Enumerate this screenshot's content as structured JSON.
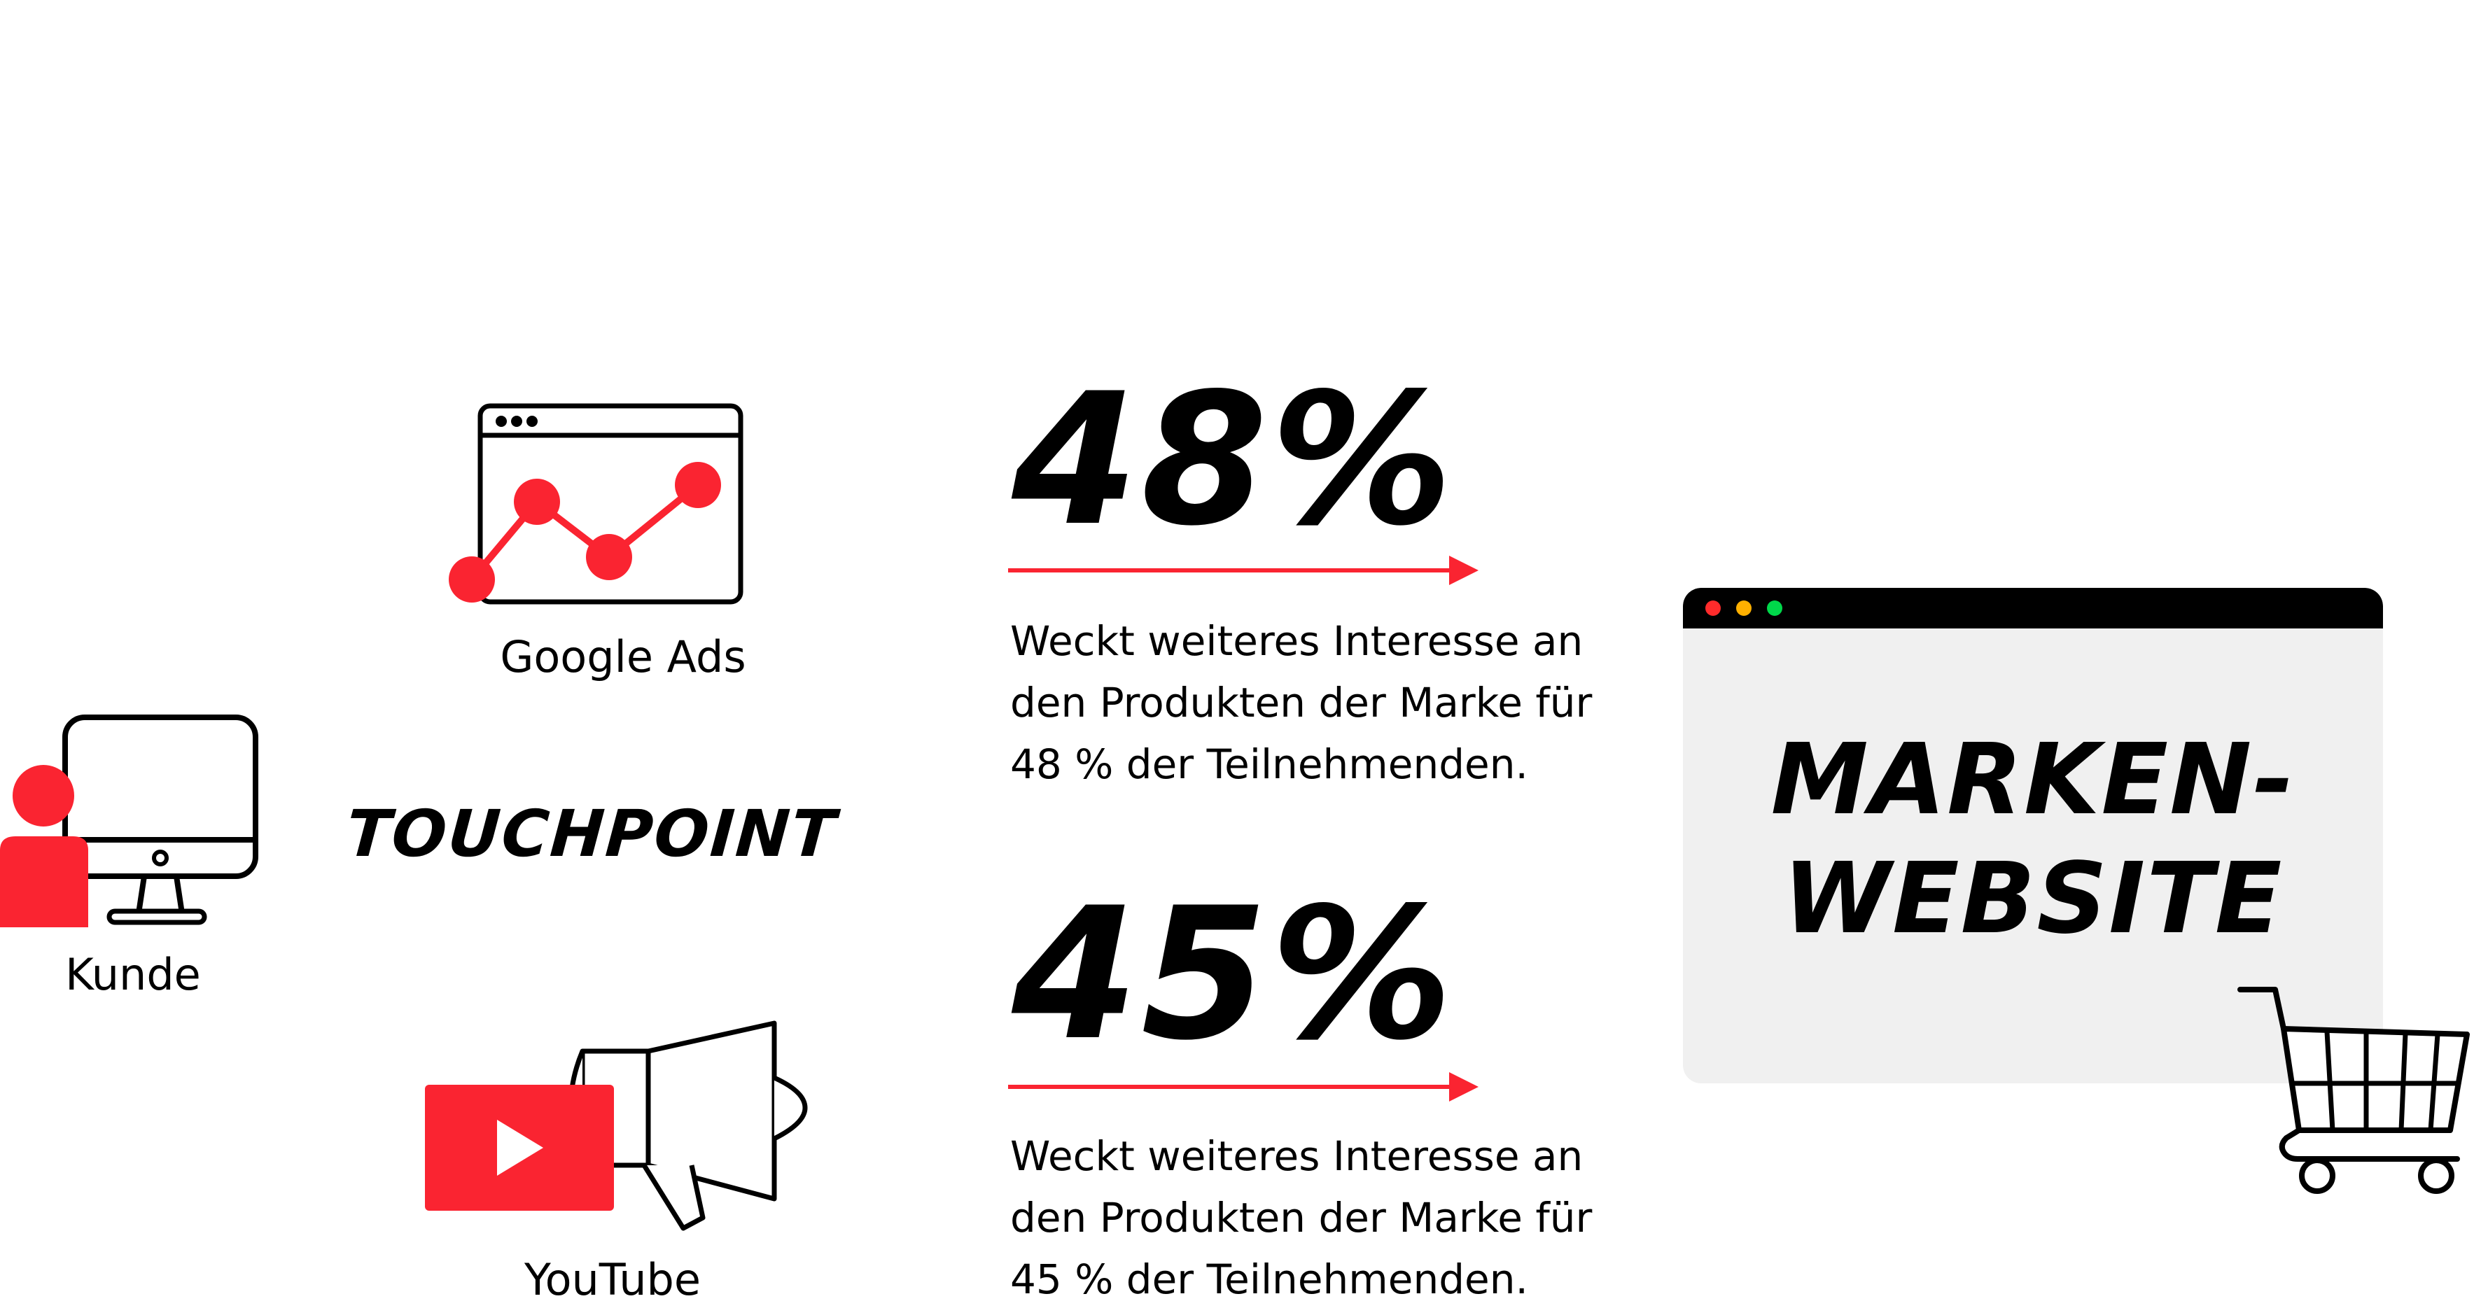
{
  "colors": {
    "accent_red": "#fa2431",
    "ink": "#000000",
    "panel_grey": "#f0f0f0",
    "dot_red": "#ff2b2b",
    "dot_yellow": "#ffb000",
    "dot_green": "#00d84a"
  },
  "icons": {
    "customer": "computer-monitor-with-person-icon",
    "google_ads": "browser-window-line-chart-icon",
    "youtube": "youtube-play-and-megaphone-icon",
    "cart": "shopping-cart-icon"
  },
  "customer": {
    "label": "Kunde"
  },
  "touchpoint": {
    "label": "TOUCHPOINT"
  },
  "google_ads": {
    "label": "Google Ads"
  },
  "youtube": {
    "label": "YouTube"
  },
  "stats": [
    {
      "value": "48%",
      "lines": [
        "Weckt weiteres Interesse an",
        "den Produkten der Marke für",
        "48 % der Teilnehmenden."
      ]
    },
    {
      "value": "45%",
      "lines": [
        "Weckt weiteres Interesse an",
        "den Produkten der Marke für",
        "45 % der Teilnehmenden."
      ]
    }
  ],
  "website": {
    "line1": "MARKEN-",
    "line2": "WEBSITE"
  }
}
